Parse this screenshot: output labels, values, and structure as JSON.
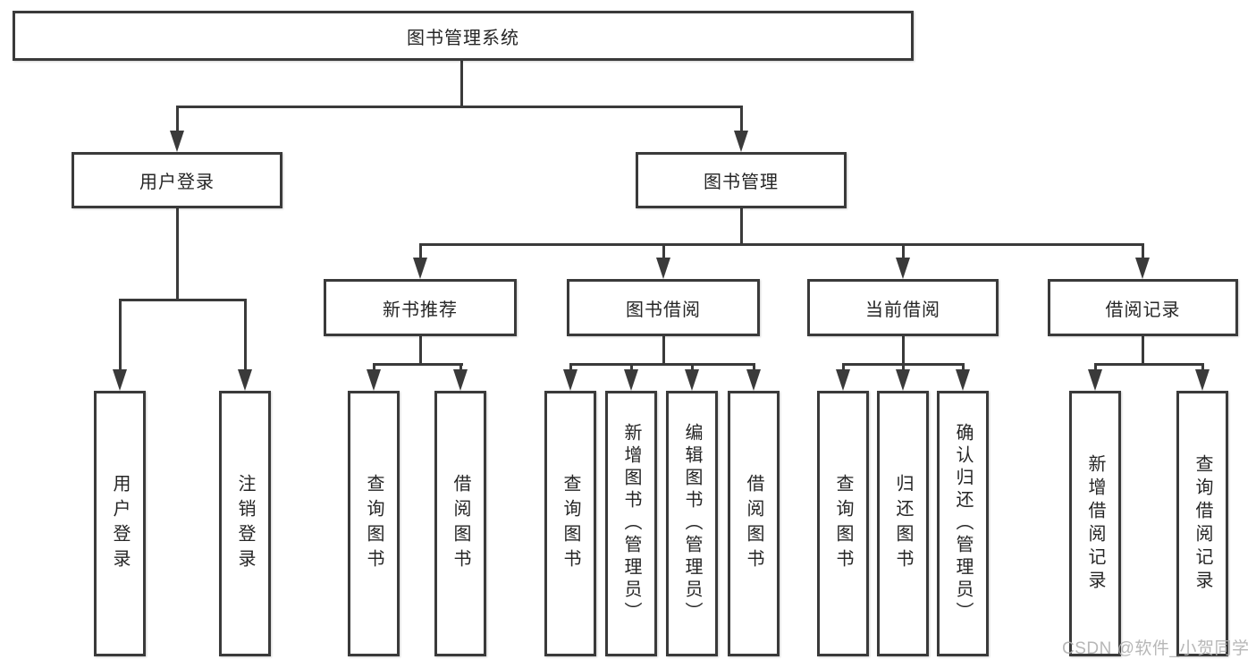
{
  "colors": {
    "line": "#3a3a3a",
    "text": "#262626",
    "box_bg": "#ffffff",
    "watermark": "#b0b0b0"
  },
  "root": {
    "label": "图书管理系统"
  },
  "level1": [
    {
      "id": "user-login",
      "label": "用户登录"
    },
    {
      "id": "book-management",
      "label": "图书管理"
    }
  ],
  "level2": [
    {
      "id": "new-book-recommend",
      "label": "新书推荐"
    },
    {
      "id": "book-borrow",
      "label": "图书借阅"
    },
    {
      "id": "current-borrow",
      "label": "当前借阅"
    },
    {
      "id": "borrow-record",
      "label": "借阅记录"
    }
  ],
  "leaves": [
    {
      "group": "user-login",
      "label": "用户登录"
    },
    {
      "group": "user-login",
      "label": "注销登录"
    },
    {
      "group": "new-book-recommend",
      "label": "查询图书"
    },
    {
      "group": "new-book-recommend",
      "label": "借阅图书"
    },
    {
      "group": "book-borrow",
      "label": "查询图书"
    },
    {
      "group": "book-borrow",
      "label": "新增图书（管理员）"
    },
    {
      "group": "book-borrow",
      "label": "编辑图书（管理员）"
    },
    {
      "group": "book-borrow",
      "label": "借阅图书"
    },
    {
      "group": "current-borrow",
      "label": "查询图书"
    },
    {
      "group": "current-borrow",
      "label": "归还图书"
    },
    {
      "group": "current-borrow",
      "label": "确认归还（管理员）"
    },
    {
      "group": "borrow-record",
      "label": "新增借阅记录"
    },
    {
      "group": "borrow-record",
      "label": "查询借阅记录"
    }
  ],
  "watermark": "CSDN @软件_小贺同学"
}
